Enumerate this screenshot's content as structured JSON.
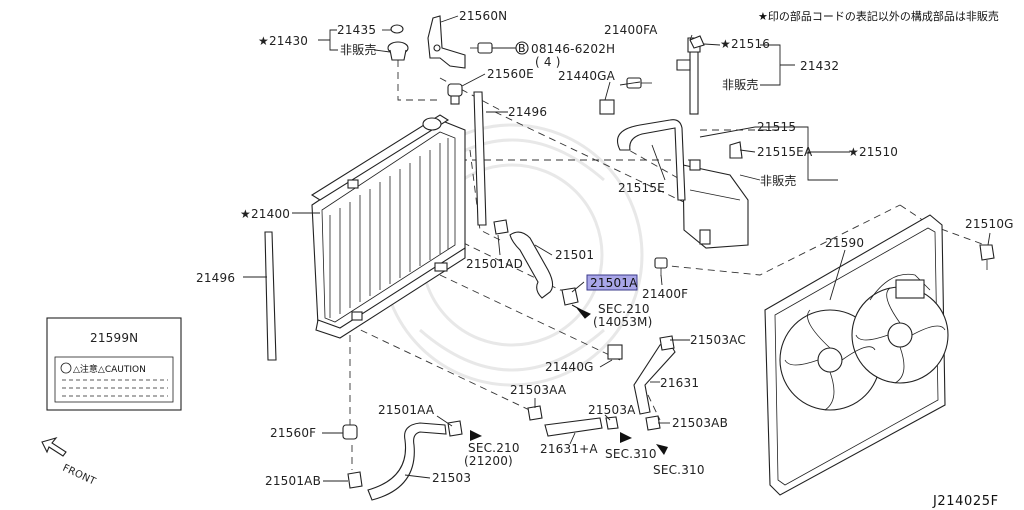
{
  "note_text": "★印の部品コードの表記以外の構成部品は非販売",
  "diagram_id": "J214025F",
  "front_label": "FRONT",
  "highlight_color": "#a9a6e8",
  "labels": {
    "p21430": "★21430",
    "p21435": "21435",
    "p21430_ns": "非販売",
    "p21560N": "21560N",
    "p08146": "08146-6202H",
    "p08146_qty": "( 4 )",
    "p21560E": "21560E",
    "p21400FA": "21400FA",
    "p21516": "★21516",
    "p21432": "21432",
    "p21432_ns": "非販売",
    "p21440GA": "21440GA",
    "p21496_top": "21496",
    "p21515": "21515",
    "p21515EA": "21515EA",
    "p21510": "★21510",
    "p21510_ns": "非販売",
    "p21515E": "21515E",
    "p21400": "★21400",
    "p21510G": "21510G",
    "p21501": "21501",
    "p21501AD": "21501AD",
    "p21590": "21590",
    "p21501A": "21501A",
    "p21400F": "21400F",
    "p21496_left": "21496",
    "sec210_top": "SEC.210",
    "sec210_top_ref": "(14053M)",
    "p21599N": "21599N",
    "caution": "△注意△CAUTION",
    "p21503AC": "21503AC",
    "p21440G": "21440G",
    "p21631": "21631",
    "p21503AA": "21503AA",
    "p21501AA": "21501AA",
    "p21503A": "21503A",
    "p21503AB": "21503AB",
    "p21560F": "21560F",
    "sec210_bot": "SEC.210",
    "sec210_bot_ref": "(21200)",
    "p21631A": "21631+A",
    "sec310_a": "SEC.310",
    "sec310_b": "SEC.310",
    "p21501AB": "21501AB",
    "p21503": "21503"
  }
}
